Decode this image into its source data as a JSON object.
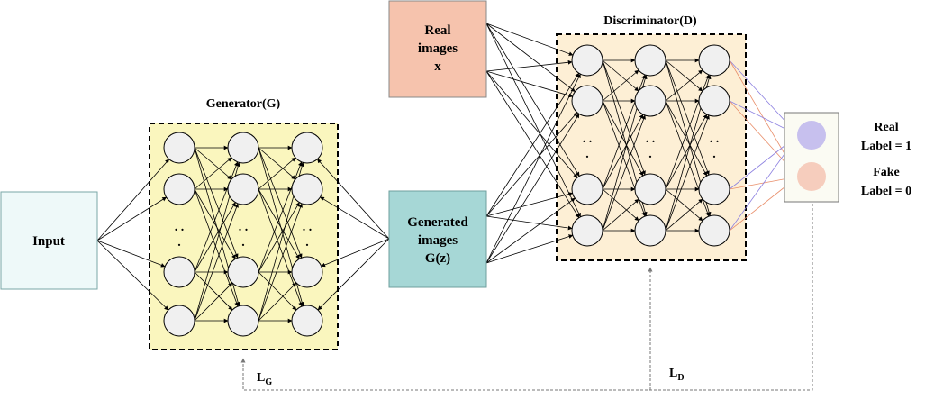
{
  "input": {
    "label": "Input"
  },
  "generator": {
    "title": "Generator(G)"
  },
  "discriminator": {
    "title": "Discriminator(D)"
  },
  "real_images": {
    "lines": [
      "Real",
      "images",
      "x"
    ]
  },
  "generated_images": {
    "lines": [
      "Generated",
      "images",
      "G(z)"
    ]
  },
  "output": {
    "real_lines": [
      "Real",
      "Label = 1"
    ],
    "fake_lines": [
      "Fake",
      "Label = 0"
    ]
  },
  "losses": {
    "lg": {
      "main": "L",
      "sub": "G"
    },
    "ld": {
      "main": "L",
      "sub": "D"
    }
  },
  "ellipsis": {
    "h": ". .",
    "v": "."
  },
  "colors": {
    "input_fill": "#eef9f9",
    "generator_fill": "#faf6be",
    "discriminator_fill": "#fdefd5",
    "real_images_fill": "#f6c3ad",
    "generated_images_fill": "#a6d7d6",
    "neuron_fill": "#f0f0f0",
    "real_node": "#c7c0ee",
    "fake_node": "#f6cdbd",
    "real_edge": "#8c80e0",
    "fake_edge": "#e98e6a"
  }
}
